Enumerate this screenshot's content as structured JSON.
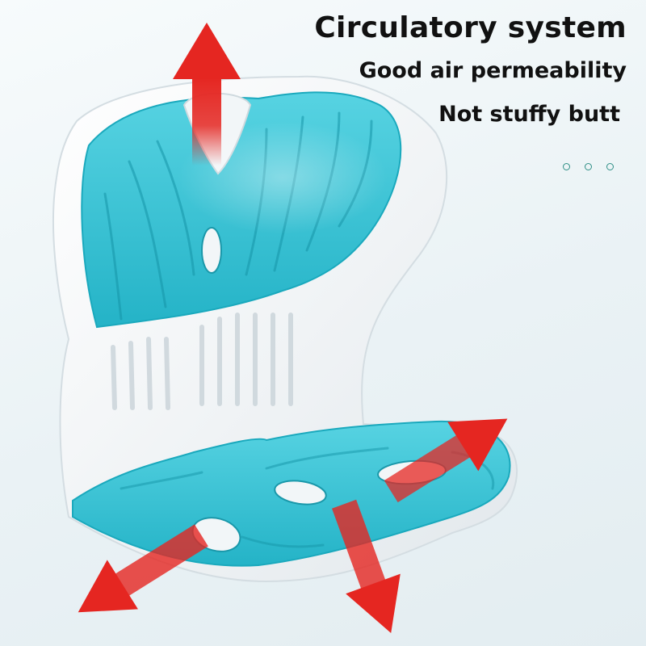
{
  "headline": {
    "title": "Circulatory system",
    "line1": "Good air permeability",
    "line2": "Not stuffy butt"
  },
  "decor": {
    "dot_count": 3
  },
  "colors": {
    "cushion": "#3ec6d6",
    "cushion_dark": "#1aa9bd",
    "shell": "#f7f9fa",
    "arrow": "#e52621",
    "text": "#111111",
    "dots": "#2f8f86"
  }
}
